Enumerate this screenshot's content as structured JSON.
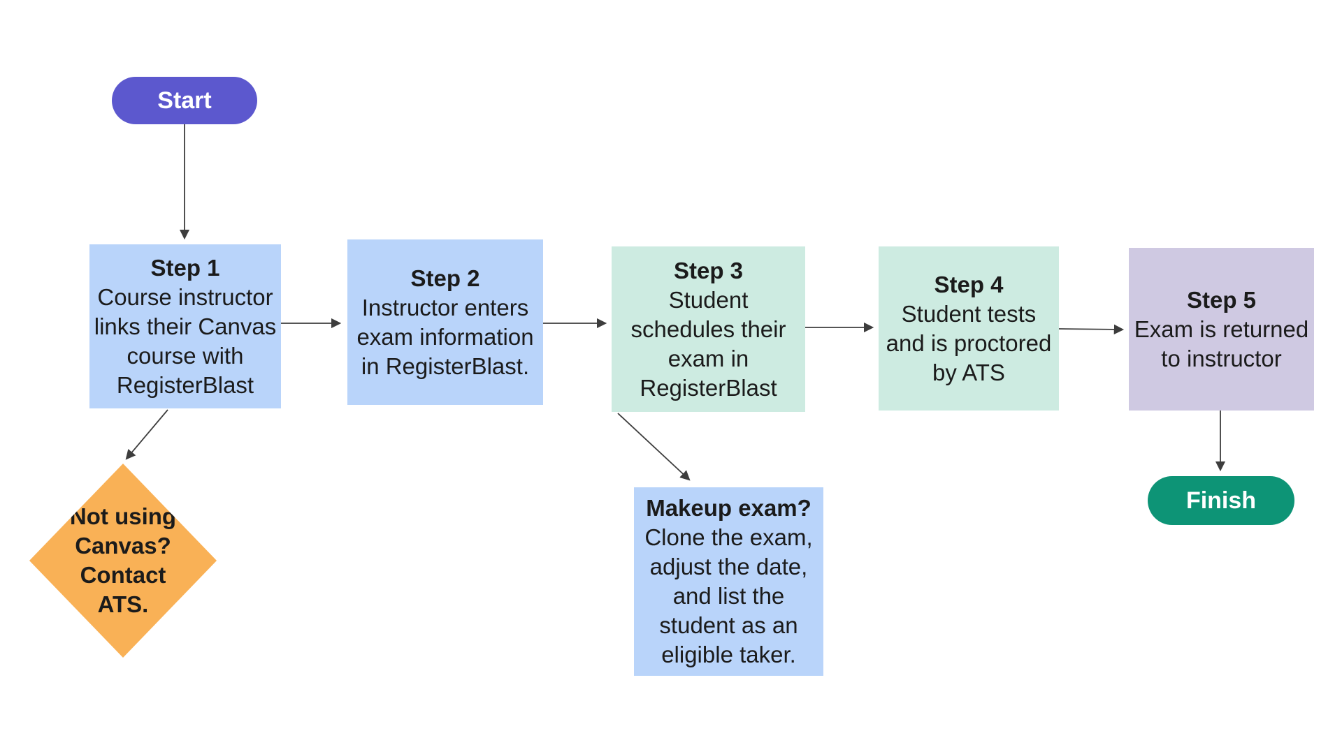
{
  "page": {
    "background": "#ffffff"
  },
  "colors": {
    "start_fill": "#5C58CE",
    "finish_fill": "#0D9476",
    "step_blue": "#B9D4FA",
    "step_mint": "#CDEBE1",
    "step_lavender": "#CFC9E2",
    "decision_orange": "#F9B156",
    "arrow": "#3D3D3D",
    "text_dark": "#1B1B1B",
    "text_light": "#FFFFFF"
  },
  "nodes": {
    "start": {
      "label": "Start"
    },
    "step1": {
      "title": "Step 1",
      "body": "Course instructor\nlinks their Canvas\ncourse with\nRegisterBlast"
    },
    "step2": {
      "title": "Step 2",
      "body": "Instructor enters\nexam information\nin RegisterBlast."
    },
    "step3": {
      "title": "Step 3",
      "body": "Student\nschedules their\nexam in\nRegisterBlast"
    },
    "step4": {
      "title": "Step 4",
      "body": "Student tests\nand is proctored\nby ATS"
    },
    "step5": {
      "title": "Step 5",
      "body": "Exam is returned\nto instructor"
    },
    "decision": {
      "body": "Not using\nCanvas?\nContact\nATS."
    },
    "makeup": {
      "title": "Makeup exam?",
      "body": "Clone the exam,\nadjust the date,\nand list the\nstudent as an\neligible taker."
    },
    "finish": {
      "label": "Finish"
    }
  }
}
